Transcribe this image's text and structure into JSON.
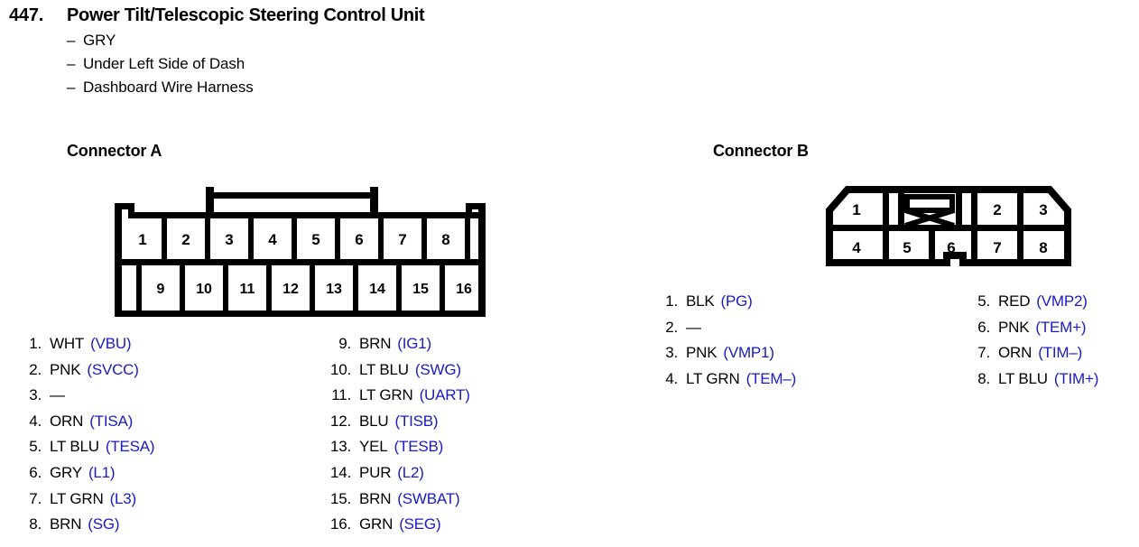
{
  "header": {
    "item_number": "447.",
    "title": "Power Tilt/Telescopic Steering Control Unit",
    "attributes": [
      "GRY",
      "Under Left Side of Dash",
      "Dashboard Wire Harness"
    ]
  },
  "colors": {
    "signal_blue": "#1a1ac8",
    "text_black": "#000000",
    "background": "#ffffff"
  },
  "connector_a": {
    "heading": "Connector A",
    "top_row_cells": [
      "1",
      "2",
      "3",
      "4",
      "5",
      "6",
      "7",
      "8"
    ],
    "bottom_row_cells": [
      "9",
      "10",
      "11",
      "12",
      "13",
      "14",
      "15",
      "16"
    ],
    "pins_left": [
      {
        "index": "1.",
        "color": "WHT",
        "signal": "(VBU)"
      },
      {
        "index": "2.",
        "color": "PNK",
        "signal": "(SVCC)"
      },
      {
        "index": "3.",
        "color": "—",
        "signal": ""
      },
      {
        "index": "4.",
        "color": "ORN",
        "signal": "(TISA)"
      },
      {
        "index": "5.",
        "color": "LT BLU",
        "signal": "(TESA)"
      },
      {
        "index": "6.",
        "color": "GRY",
        "signal": "(L1)"
      },
      {
        "index": "7.",
        "color": "LT GRN",
        "signal": "(L3)"
      },
      {
        "index": "8.",
        "color": "BRN",
        "signal": "(SG)"
      }
    ],
    "pins_right": [
      {
        "index": "9.",
        "color": "BRN",
        "signal": "(IG1)"
      },
      {
        "index": "10.",
        "color": "LT BLU",
        "signal": "(SWG)"
      },
      {
        "index": "11.",
        "color": "LT GRN",
        "signal": "(UART)"
      },
      {
        "index": "12.",
        "color": "BLU",
        "signal": "(TISB)"
      },
      {
        "index": "13.",
        "color": "YEL",
        "signal": "(TESB)"
      },
      {
        "index": "14.",
        "color": "PUR",
        "signal": "(L2)"
      },
      {
        "index": "15.",
        "color": "BRN",
        "signal": "(SWBAT)"
      },
      {
        "index": "16.",
        "color": "GRN",
        "signal": "(SEG)"
      }
    ]
  },
  "connector_b": {
    "heading": "Connector B",
    "top_row_cells": [
      "1",
      "2",
      "3"
    ],
    "bottom_row_cells": [
      "4",
      "5",
      "6",
      "7",
      "8"
    ],
    "blocked_cavity_label": "",
    "pins_left": [
      {
        "index": "1.",
        "color": "BLK",
        "signal": "(PG)"
      },
      {
        "index": "2.",
        "color": "—",
        "signal": ""
      },
      {
        "index": "3.",
        "color": "PNK",
        "signal": "(VMP1)"
      },
      {
        "index": "4.",
        "color": "LT GRN",
        "signal": "(TEM–)"
      }
    ],
    "pins_right": [
      {
        "index": "5.",
        "color": "RED",
        "signal": "(VMP2)"
      },
      {
        "index": "6.",
        "color": "PNK",
        "signal": "(TEM+)"
      },
      {
        "index": "7.",
        "color": "ORN",
        "signal": "(TIM–)"
      },
      {
        "index": "8.",
        "color": "LT BLU",
        "signal": "(TIM+)"
      }
    ]
  }
}
